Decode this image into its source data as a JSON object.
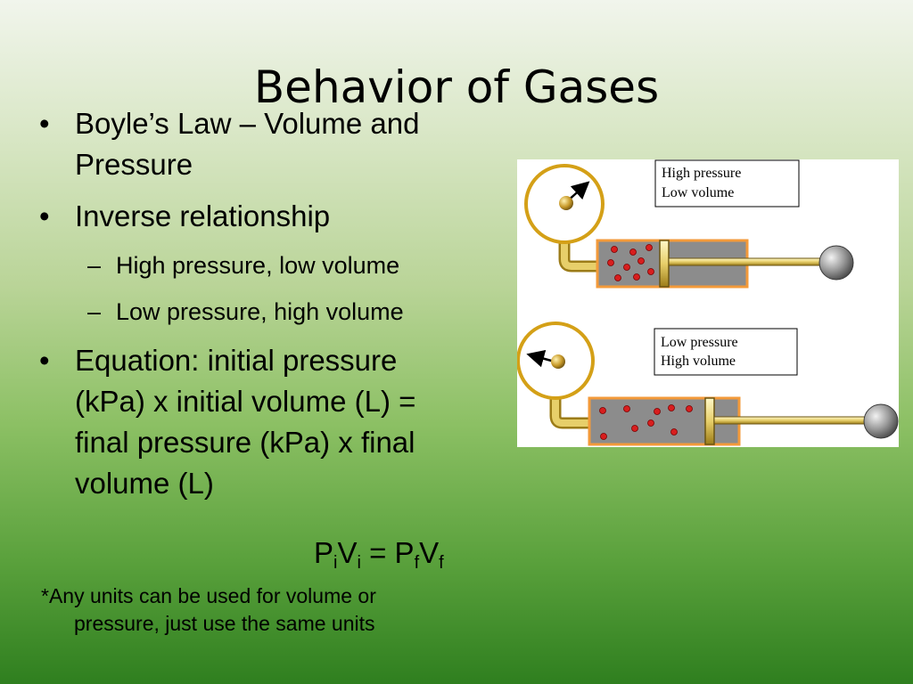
{
  "slide": {
    "title": "Behavior of Gases",
    "bullets": [
      {
        "text_l1": "Boyle’s Law – Volume and",
        "text_l2": "Pressure"
      },
      {
        "text": "Inverse relationship"
      },
      {
        "text": "High pressure, low volume"
      },
      {
        "text": "Low pressure, high volume"
      },
      {
        "lines": [
          "Equation: initial pressure",
          "(kPa) x initial volume (L) =",
          "final pressure (kPa) x final",
          "volume (L)"
        ]
      }
    ],
    "bullet_symbol": "•",
    "dash_symbol": "–",
    "equation": {
      "p": "P",
      "v": "V",
      "eq": " = ",
      "i": "i",
      "f": "f"
    },
    "note": {
      "l1": "*Any units can be used for volume or",
      "l2": "pressure, just use the same units"
    }
  },
  "diagram": {
    "top_label": {
      "l1": "High pressure",
      "l2": "Low volume"
    },
    "bottom_label": {
      "l1": "Low pressure",
      "l2": "High volume"
    },
    "colors": {
      "gauge_ring": "#d4a017",
      "cylinder_border": "#f39a3a",
      "cylinder_fill": "#8c8c8c",
      "particle": "#d81e1e",
      "rod": "#d8c46a"
    }
  }
}
